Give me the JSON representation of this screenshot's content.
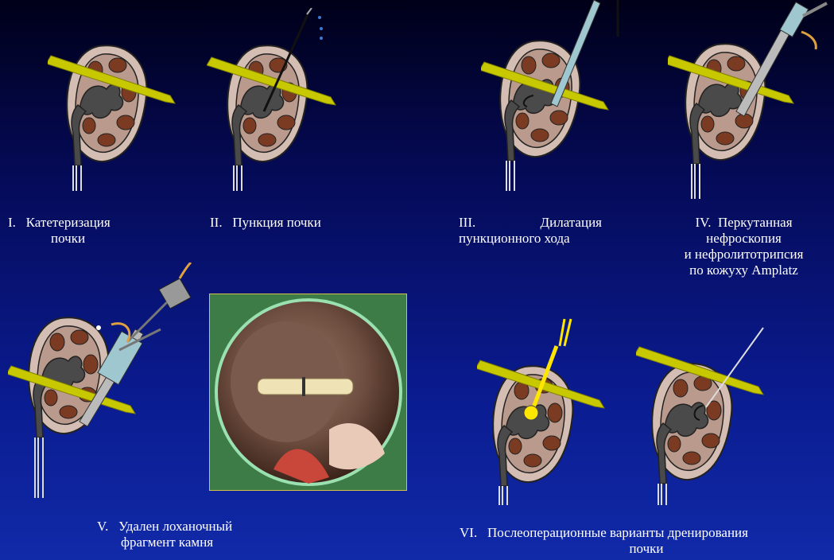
{
  "captions": {
    "step1": {
      "num": "I.",
      "line1": "Катетеризация",
      "line2": "почки"
    },
    "step2": {
      "num": "II.",
      "line1": "Пункция почки"
    },
    "step3": {
      "num": "III.",
      "word1": "Дилатация",
      "line2": "пункционного хода"
    },
    "step4": {
      "num": "IV.",
      "line1": "Перкутанная",
      "line2": "нефроскопия",
      "line3": "и нефролитотрипсия",
      "line4": "по кожуху Amplatz"
    },
    "step5": {
      "num": "V.",
      "line1": "Удален лоханочный",
      "line2": "фрагмент камня"
    },
    "step6": {
      "num": "VI.",
      "line1": "Послеоперационные варианты дренирования",
      "line2": "почки"
    }
  },
  "colors": {
    "kidney_outer": "#d7c0b5",
    "kidney_medulla": "#7a3b22",
    "collecting_system": "#444444",
    "needle_plate": "#c8c800",
    "background_top": "#000018",
    "background_bottom": "#112aa8"
  }
}
